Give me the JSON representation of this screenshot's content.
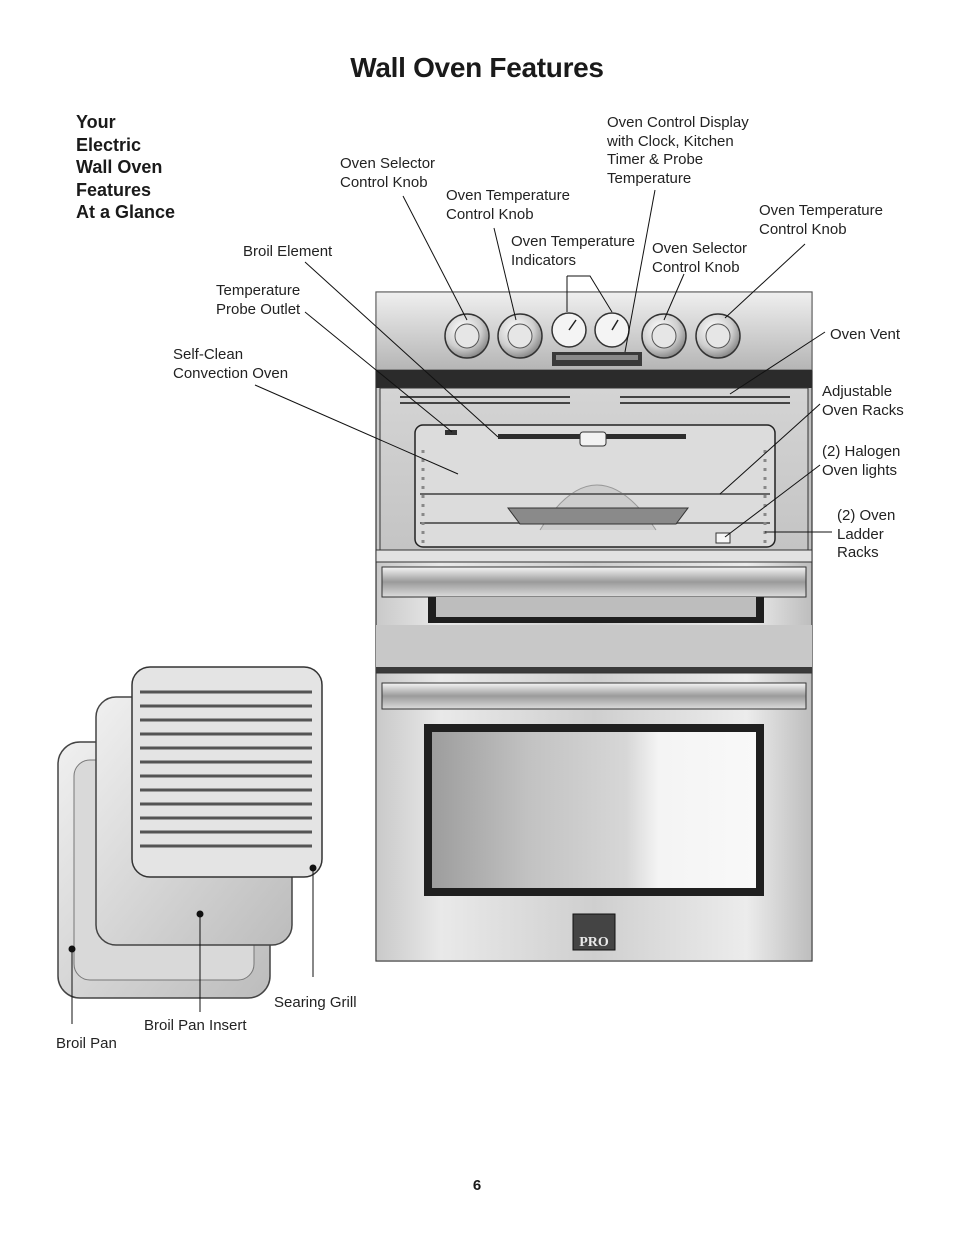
{
  "page": {
    "title": "Wall Oven Features",
    "page_number": "6"
  },
  "intro": {
    "lines": [
      "Your",
      "Electric",
      "Wall Oven",
      "Features",
      "At a Glance"
    ]
  },
  "labels": {
    "oven_selector_knob_1": "Oven Selector\nControl Knob",
    "oven_temp_knob_1": "Oven Temperature\nControl Knob",
    "oven_temp_indicators": "Oven Temperature\nIndicators",
    "oven_control_display": "Oven Control Display\nwith Clock, Kitchen\nTimer & Probe\nTemperature",
    "oven_selector_knob_2": "Oven Selector\nControl Knob",
    "oven_temp_knob_2": "Oven Temperature\nControl Knob",
    "broil_element": "Broil Element",
    "temp_probe_outlet": "Temperature\nProbe Outlet",
    "self_clean_convection": "Self-Clean\nConvection Oven",
    "oven_vent": "Oven Vent",
    "adjustable_racks": "Adjustable\nOven Racks",
    "halogen_lights": "(2) Halogen\nOven lights",
    "ladder_racks": "(2) Oven\nLadder\nRacks",
    "searing_grill": "Searing Grill",
    "broil_pan_insert": "Broil Pan Insert",
    "broil_pan": "Broil Pan"
  },
  "oven": {
    "badge": "PRO"
  },
  "colors": {
    "steel_light": "#e6e6e6",
    "steel_mid": "#b8b8b8",
    "steel_dark": "#7a7a7a",
    "panel_dark": "#2b2b2b",
    "ink": "#111111"
  }
}
